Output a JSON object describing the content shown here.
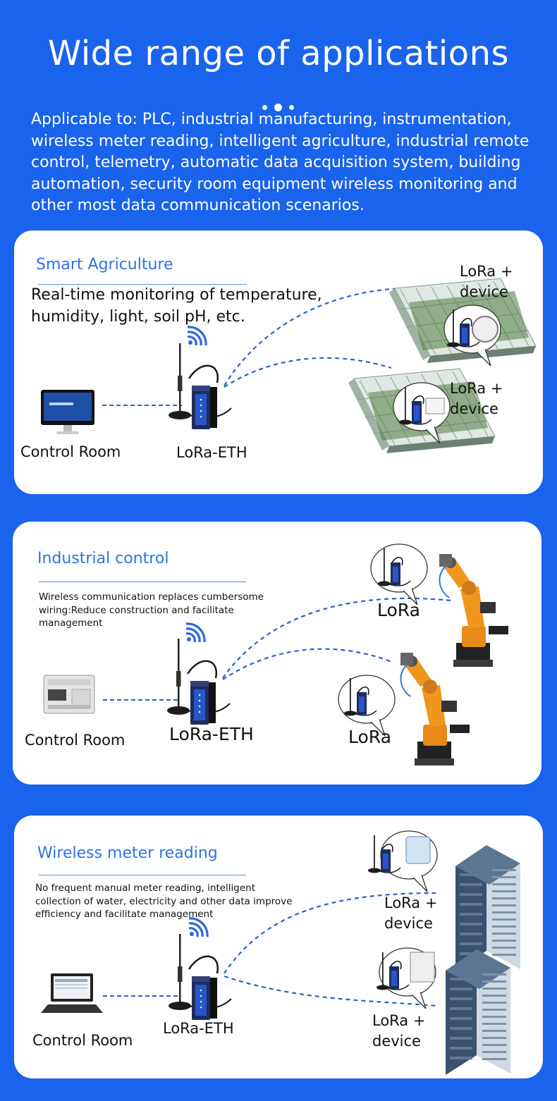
{
  "header": {
    "title": "Wide range of applications",
    "intro": "Applicable to: PLC, industrial manufacturing, instrumentation, wireless meter reading, intelligent agriculture, industrial remote control, telemetry, automatic data acquisition system, building automation, security room equipment wireless monitoring and other most data communication scenarios."
  },
  "cards": [
    {
      "title": "Smart Agriculture",
      "description": "Real-time monitoring of temperature, humidity, light, soil pH, etc.",
      "control_label": "Control Room",
      "gateway_label": "LoRa-ETH",
      "device_label_1a": "LoRa +",
      "device_label_1b": "device",
      "device_label_2a": "LoRa +",
      "device_label_2b": "device"
    },
    {
      "title": "Industrial control",
      "description": "Wireless communication replaces cumbersome wiring:Reduce construction and facilitate management",
      "control_label": "Control Room",
      "gateway_label": "LoRa-ETH",
      "device_label_1": "LoRa",
      "device_label_2": "LoRa"
    },
    {
      "title": "Wireless meter reading",
      "description": "No frequent manual meter reading, intelligent collection of water, electricity and other data improve efficiency and facilitate management",
      "control_label": "Control Room",
      "gateway_label": "LoRa-ETH",
      "device_label_1a": "LoRa +",
      "device_label_1b": "device",
      "device_label_2a": "LoRa +",
      "device_label_2b": "device"
    }
  ],
  "colors": {
    "background": "#1a63ec",
    "card": "#ffffff",
    "accent_title": "#2f73e0",
    "link_dash": "#2a62c8"
  }
}
